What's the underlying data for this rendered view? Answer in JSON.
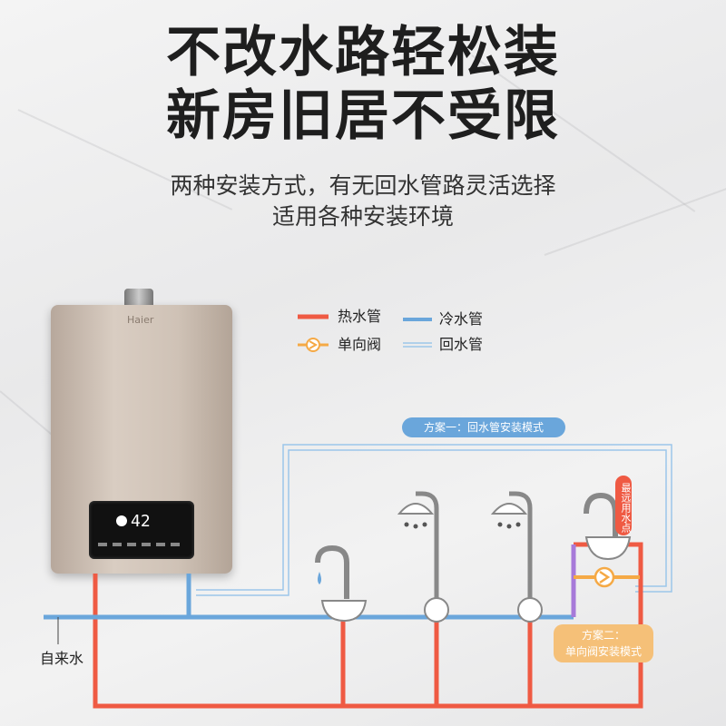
{
  "headline": {
    "line1": "不改水路轻松装",
    "line2": "新房旧居不受限"
  },
  "subtitle": {
    "line1": "两种安装方式，有无回水管路灵活选择",
    "line2": "适用各种安装环境"
  },
  "heater": {
    "brand": "Haier",
    "display": "42"
  },
  "legend": {
    "hot_pipe": "热水管",
    "cold_pipe": "冷水管",
    "check_valve": "单向阀",
    "return_pipe": "回水管"
  },
  "plans": {
    "plan1": "方案一：回水管安装模式",
    "plan2_line1": "方案二：",
    "plan2_line2": "单向阀安装模式"
  },
  "farthest_point": "最远用水点",
  "tap_water": "自来水",
  "colors": {
    "hot": "#ef5a43",
    "cold": "#6aa6db",
    "return": "#9cc6ea",
    "valve": "#f5a945",
    "mixed": "#a77ad9"
  }
}
